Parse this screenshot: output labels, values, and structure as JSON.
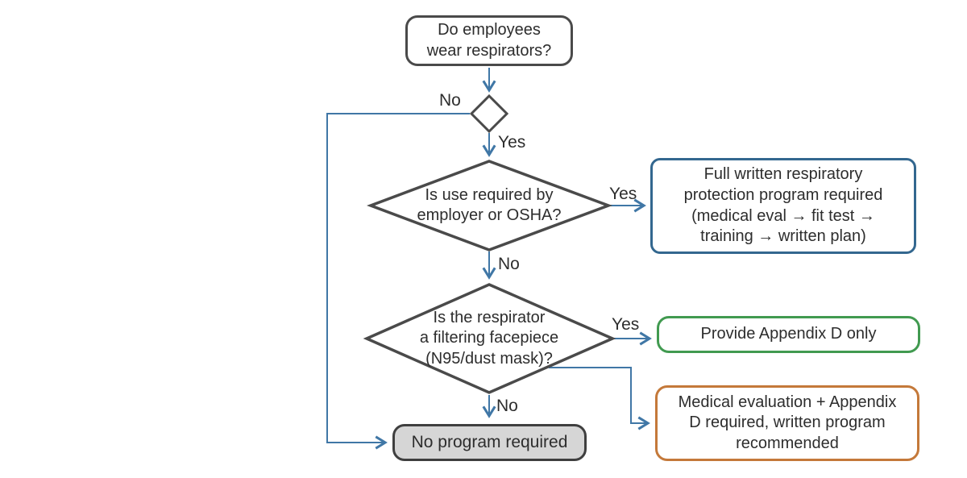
{
  "colors": {
    "connector": "#4077a6",
    "outline": "#4a4a4a",
    "blue_box": "#33678f",
    "green_box": "#419a50",
    "orange_box": "#c4793a",
    "gray_fill": "#d6d6d6",
    "text": "#2d2d2d"
  },
  "nodes": {
    "start": {
      "text": "Do employees\nwear respirators?"
    },
    "decision_required": {
      "text": "Is use required by\nemployer or OSHA?"
    },
    "decision_filtering": {
      "text": "Is the respirator\na filtering facepiece\n(N95/dust mask)?"
    },
    "outcome_full_program": {
      "text": "Full written respiratory\nprotection program required\n(medical eval → fit test →\ntraining → written plan)"
    },
    "outcome_appendix_d": {
      "text": "Provide Appendix D only"
    },
    "outcome_medical": {
      "text": "Medical evaluation + Appendix\nD required, written program\nrecommended"
    },
    "outcome_no_program": {
      "text": "No program required"
    }
  },
  "edge_labels": {
    "d1_no": "No",
    "d1_yes": "Yes",
    "d2_yes": "Yes",
    "d2_no": "No",
    "d3_yes": "Yes",
    "d3_no": "No"
  }
}
